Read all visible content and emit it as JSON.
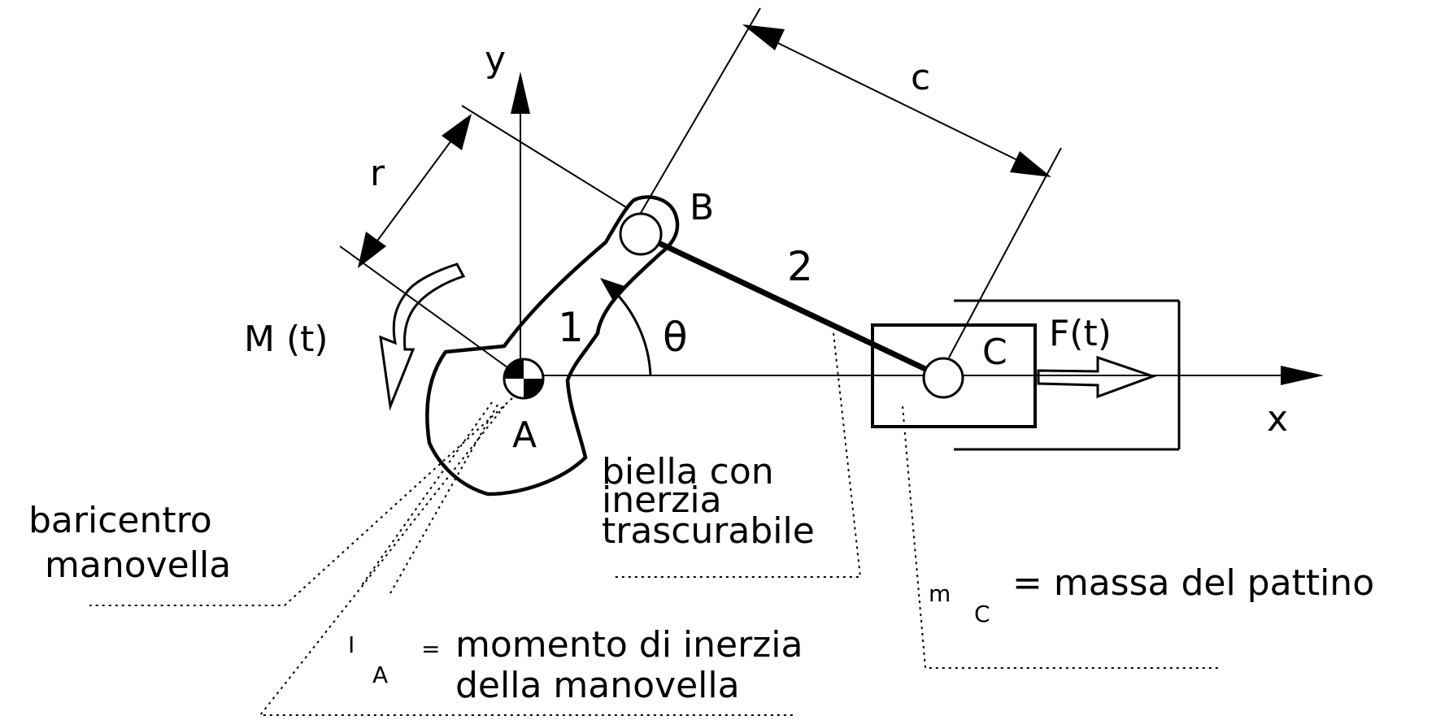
{
  "axes": {
    "y_label": "y",
    "x_label": "x"
  },
  "points": {
    "A": "A",
    "B": "B",
    "C": "C"
  },
  "links": {
    "crank": "1",
    "rod": "2"
  },
  "dimensions": {
    "r": "r",
    "c": "c"
  },
  "angle": "θ",
  "loads": {
    "torque": "M (t)",
    "force": "F(t)"
  },
  "notes": {
    "baricentro_line1": "baricentro",
    "baricentro_line2": "manovella",
    "biella_line1": "biella con",
    "biella_line2": "inerzia",
    "biella_line3": "trascurabile",
    "inertia_symbol": "I",
    "inertia_sub": "A",
    "inertia_eq": "=",
    "inertia_line1": "momento di inerzia",
    "inertia_line2": "della manovella",
    "mass_symbol": "m",
    "mass_sub": "C",
    "mass_text": "= massa del pattino"
  }
}
